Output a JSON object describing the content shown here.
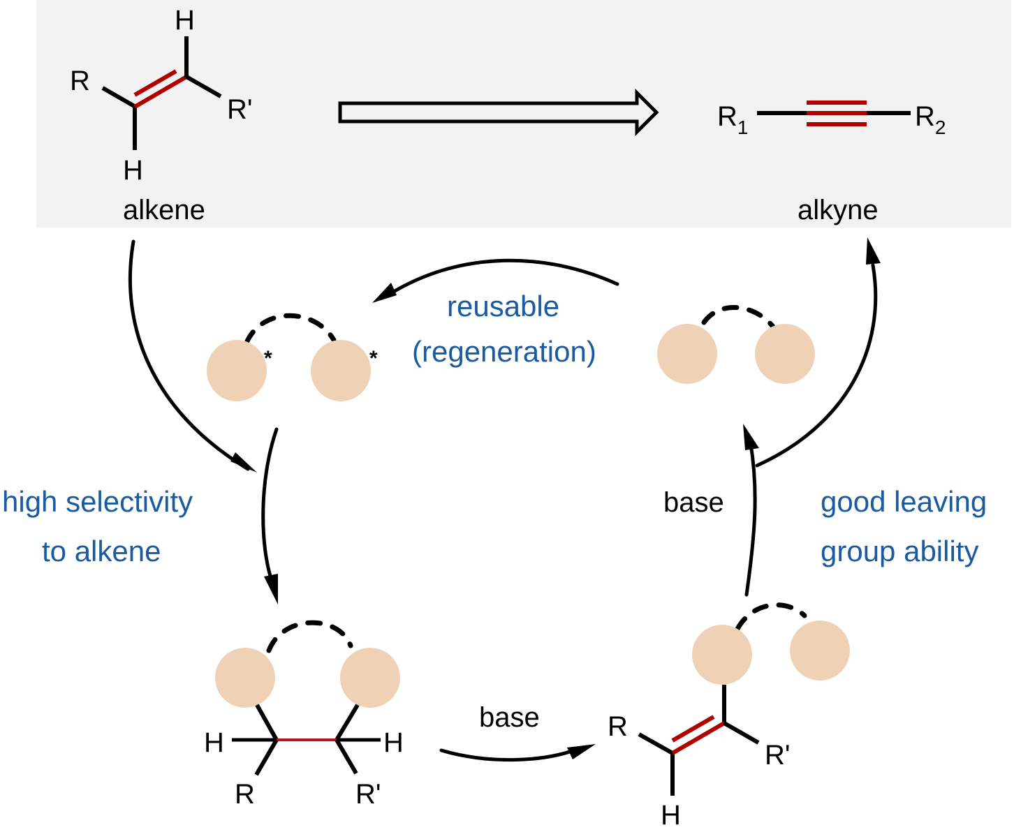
{
  "colors": {
    "panel_background": "#f2f2f2",
    "bond": "#000000",
    "reacting_bond": "#b00000",
    "annotation_text": "#1a5aa0",
    "catalyst_site": "#efd1b6"
  },
  "top_panel": {
    "alkene": {
      "atoms": {
        "r": "R",
        "r_prime": "R'",
        "h_top": "H",
        "h_bottom": "H"
      },
      "caption": "alkene"
    },
    "transformation_arrow": "hollow-arrow",
    "alkyne": {
      "left_group": "R",
      "left_sub": "1",
      "right_group": "R",
      "right_sub": "2",
      "caption": "alkyne"
    }
  },
  "cycle": {
    "regenerated_catalyst": {
      "marks": [
        "*",
        "*"
      ]
    },
    "annotations": {
      "reusable_line1": "reusable",
      "reusable_line2": "(regeneration)",
      "selectivity_line1": "high selectivity",
      "selectivity_line2": "to alkene",
      "leaving_line1": "good leaving",
      "leaving_line2": "group ability"
    },
    "reagents": {
      "bottom_arrow": "base",
      "right_arrow": "base"
    },
    "adduct": {
      "atoms": {
        "h_left": "H",
        "h_right": "H",
        "r": "R",
        "r_prime": "R'"
      }
    },
    "vinyl_intermediate": {
      "atoms": {
        "r": "R",
        "r_prime": "R'",
        "h": "H"
      }
    }
  }
}
